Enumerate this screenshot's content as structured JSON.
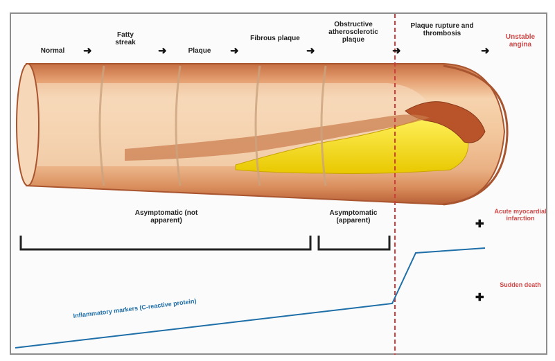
{
  "stages": [
    {
      "label": "Normal",
      "color": "dark"
    },
    {
      "label": "Fatty streak",
      "color": "dark"
    },
    {
      "label": "Plaque",
      "color": "dark"
    },
    {
      "label": "Fibrous plaque",
      "color": "dark"
    },
    {
      "label": "Obstructive atherosclerotic plaque",
      "color": "dark"
    },
    {
      "label": "Plaque rupture and thrombosis",
      "color": "dark"
    },
    {
      "label": "Unstable angina",
      "color": "red"
    }
  ],
  "brackets": {
    "left_label": "Asymptomatic (not apparent)",
    "right_label": "Asymptomatic (apparent)"
  },
  "outcomes": [
    "Acute myocardial infarction",
    "Sudden death"
  ],
  "curve_label": "Inflammatory markers (C-reactive protein)",
  "colors": {
    "vessel_wall": "#d9895a",
    "vessel_dark": "#b5643a",
    "vessel_light": "#f3c9a0",
    "plaque": "#f2d800",
    "divider": "#d23c3c",
    "curve": "#1e6ea8"
  }
}
